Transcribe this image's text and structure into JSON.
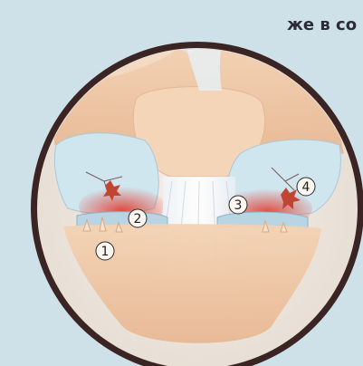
{
  "header": {
    "text": "же в со"
  },
  "markers": [
    {
      "label": "1"
    },
    {
      "label": "2"
    },
    {
      "label": "3"
    },
    {
      "label": "4"
    }
  ],
  "colors": {
    "background": "#cfe1e8",
    "ring": "#3a2424",
    "bone": "#f1c9a6",
    "cartilage": "#cfe6ef",
    "inflammation": "#d9342b"
  }
}
